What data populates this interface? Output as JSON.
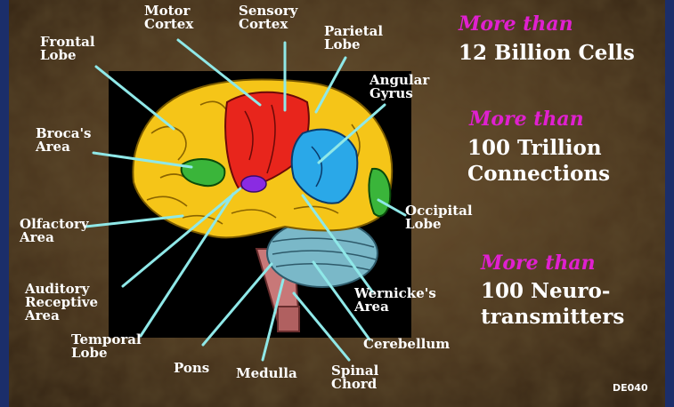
{
  "labels": {
    "motor_cortex": "Motor\nCortex",
    "sensory_cortex": "Sensory\nCortex",
    "parietal_lobe": "Parietal\nLobe",
    "frontal_lobe": "Frontal\nLobe",
    "angular_gyrus": "Angular\nGyrus",
    "brocas_area": "Broca's\nArea",
    "occipital_lobe": "Occipital\nLobe",
    "olfactory_area": "Olfactory\nArea",
    "auditory_receptive_area": "Auditory\nReceptive\nArea",
    "wernickes_area": "Wernicke's\nArea",
    "temporal_lobe": "Temporal\nLobe",
    "cerebellum": "Cerebellum",
    "pons": "Pons",
    "medulla": "Medulla",
    "spinal_chord": "Spinal\nChord"
  },
  "facts": [
    {
      "prefix": "More than",
      "text": "12 Billion Cells"
    },
    {
      "prefix": "More than",
      "text": "100 Trillion\nConnections"
    },
    {
      "prefix": "More than",
      "text": "100 Neuro-\ntransmitters"
    }
  ],
  "slide_code": "DE040",
  "colors": {
    "leader_line": "#8fe8e8",
    "fact_prefix": "#e020d0",
    "cerebrum": "#f5c518",
    "motor_cortex": "#e8251c",
    "parietal_region": "#2aa8e8",
    "broca": "#3ab53a",
    "purple_region": "#8a2be2",
    "cerebellum": "#7ab8c8",
    "brainstem": "#c87878"
  }
}
